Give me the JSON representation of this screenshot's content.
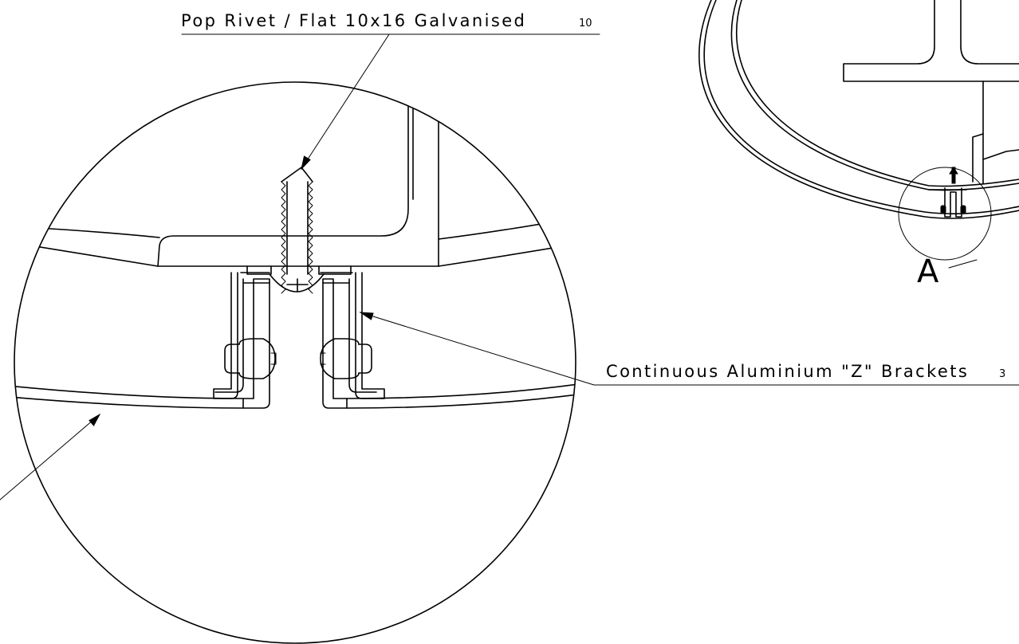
{
  "callouts": {
    "rivet": {
      "text": "Pop Rivet / Flat 10x16 Galvanised",
      "qty": "10"
    },
    "bracket": {
      "text": "Continuous Aluminium \"Z\" Brackets",
      "qty": "3"
    }
  },
  "detail": {
    "letter": "A"
  },
  "colors": {
    "line": "#000000",
    "background": "#ffffff"
  }
}
